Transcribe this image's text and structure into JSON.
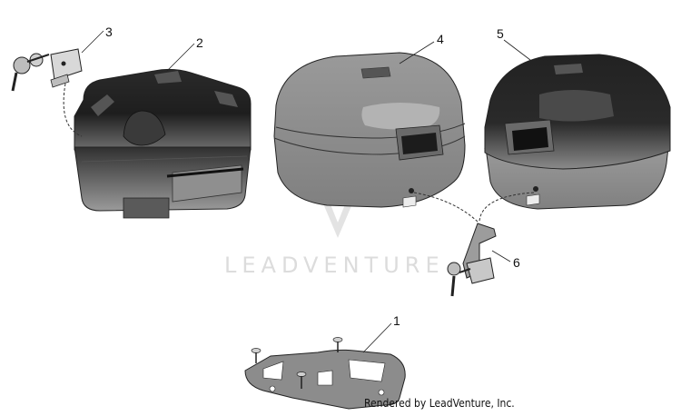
{
  "callouts": [
    {
      "number": "1"
    },
    {
      "number": "2"
    },
    {
      "number": "3"
    },
    {
      "number": "4"
    },
    {
      "number": "5"
    },
    {
      "number": "6"
    }
  ],
  "watermark": {
    "text": "LEADVENTURE"
  },
  "footer": {
    "credit": "Rendered by LeadVenture, Inc."
  },
  "colors": {
    "body_gray": "#8e8e8e",
    "dark": "#1a1a1a",
    "outline": "#222222"
  }
}
